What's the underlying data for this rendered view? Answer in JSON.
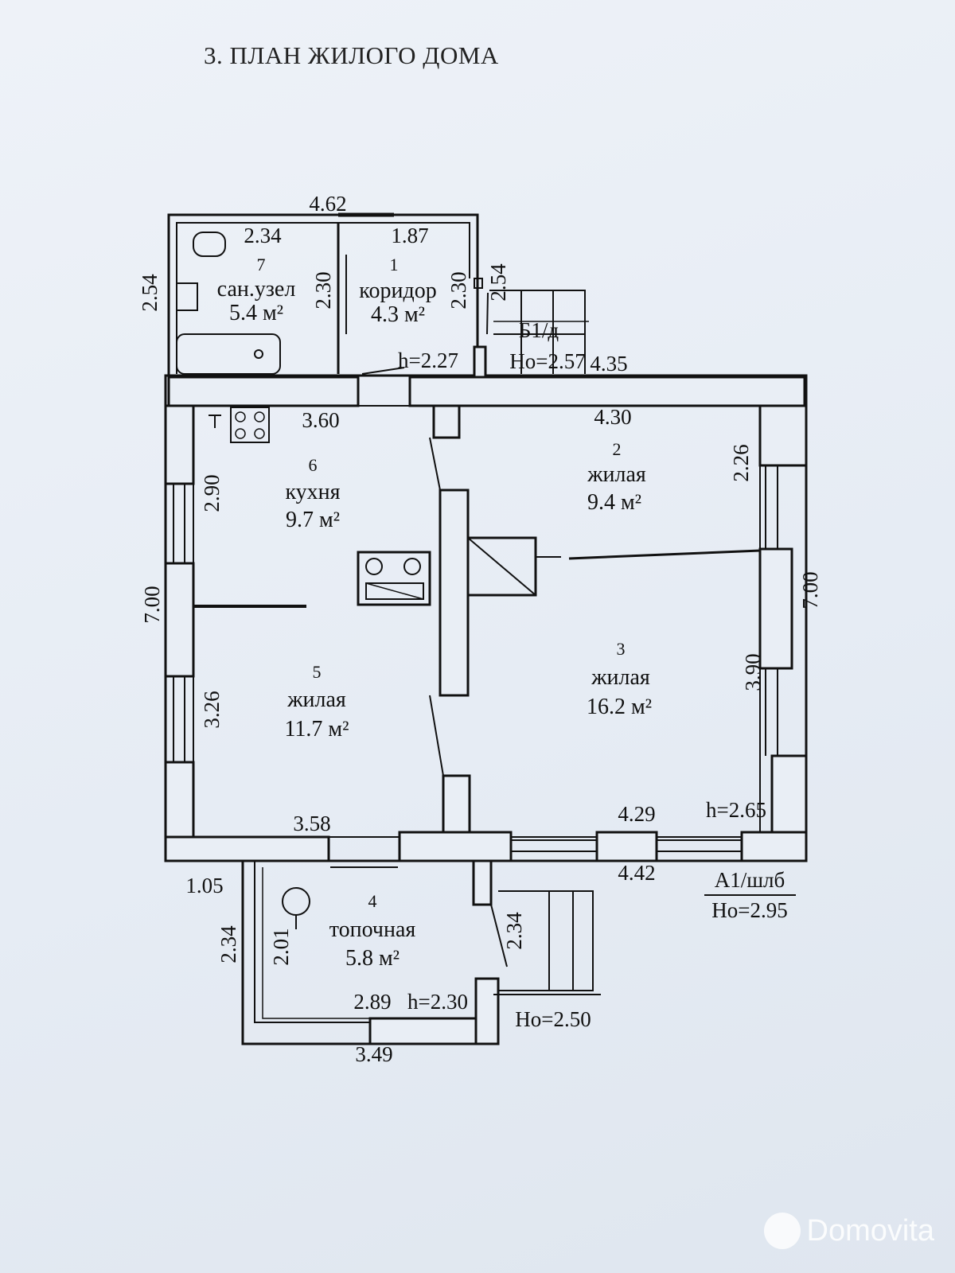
{
  "title": "3. ПЛАН ЖИЛОГО ДОМА",
  "rooms": [
    {
      "num": "1",
      "name": "коридор",
      "area": "4.3 м²"
    },
    {
      "num": "2",
      "name": "жилая",
      "area": "9.4 м²"
    },
    {
      "num": "3",
      "name": "жилая",
      "area": "16.2 м²"
    },
    {
      "num": "4",
      "name": "топочная",
      "area": "5.8 м²"
    },
    {
      "num": "5",
      "name": "жилая",
      "area": "11.7 м²"
    },
    {
      "num": "6",
      "name": "кухня",
      "area": "9.7 м²"
    },
    {
      "num": "7",
      "name": "сан.узел",
      "area": "5.4 м²"
    }
  ],
  "dimensions": {
    "top_overall": "4.62",
    "bath_width": "2.34",
    "corridor_width": "1.87",
    "left_ext_top": "2.54",
    "bath_height": "2.30",
    "corridor_height": "2.30",
    "corridor_right_ext": "2.54",
    "h_top": "h=2.27",
    "kitchen_width": "3.60",
    "room2_width": "4.30",
    "right_ext_top": "4.35",
    "room2_height": "2.26",
    "kitchen_height": "2.90",
    "left_overall": "7.00",
    "right_overall": "7.00",
    "room5_height": "3.26",
    "room3_height": "3.90",
    "room5_width": "3.58",
    "room3_width": "4.29",
    "h_main": "h=2.65",
    "bottom_ext": "4.42",
    "offset": "1.05",
    "boiler_ext_left": "2.34",
    "boiler_height": "2.01",
    "boiler_right": "2.34",
    "boiler_width": "2.89",
    "h_boiler": "h=2.30",
    "boiler_ext_bottom": "3.49"
  },
  "labels": {
    "b1d": "Б1/д",
    "ho_b1d": "Ho=2.57",
    "a1": "А1/шлб",
    "ho_a1": "Ho=2.95",
    "ho_bottom": "Ho=2.50"
  },
  "watermark": "Domovita"
}
